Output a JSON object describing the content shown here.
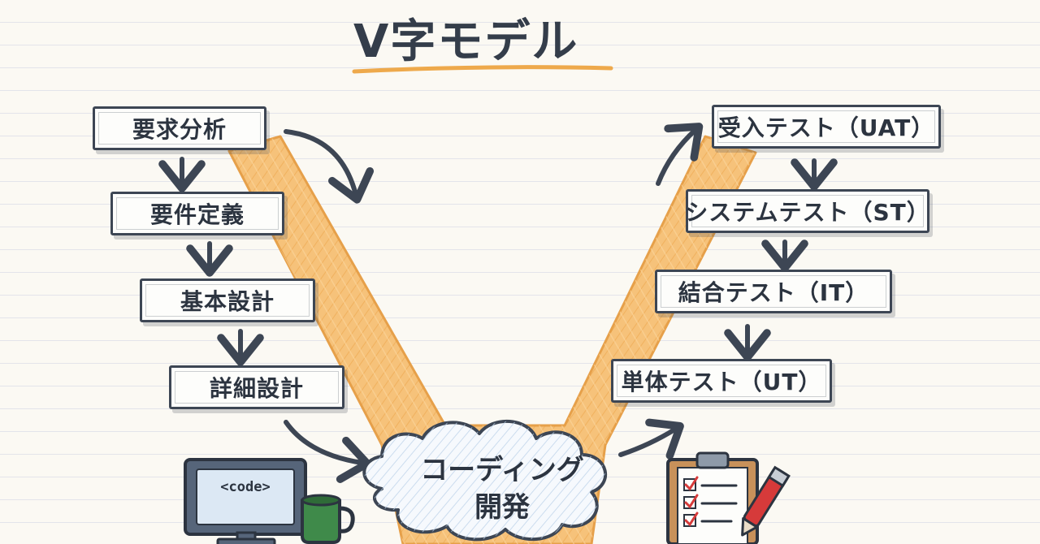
{
  "title": "V字モデル",
  "left_phases": [
    "要求分析",
    "要件定義",
    "基本設計",
    "詳細設計"
  ],
  "right_phases": [
    "受入テスト（UAT）",
    "システムテスト（ST）",
    "結合テスト（IT）",
    "単体テスト（UT）"
  ],
  "bottom_phase": {
    "line1": "コーディング",
    "line2": "開発"
  },
  "monitor_label": "<code>",
  "colors": {
    "band": "#f4b560",
    "ink": "#3d4654",
    "title_underline": "#eea94b",
    "mug": "#3f8a4a",
    "pen": "#d63a3a"
  }
}
